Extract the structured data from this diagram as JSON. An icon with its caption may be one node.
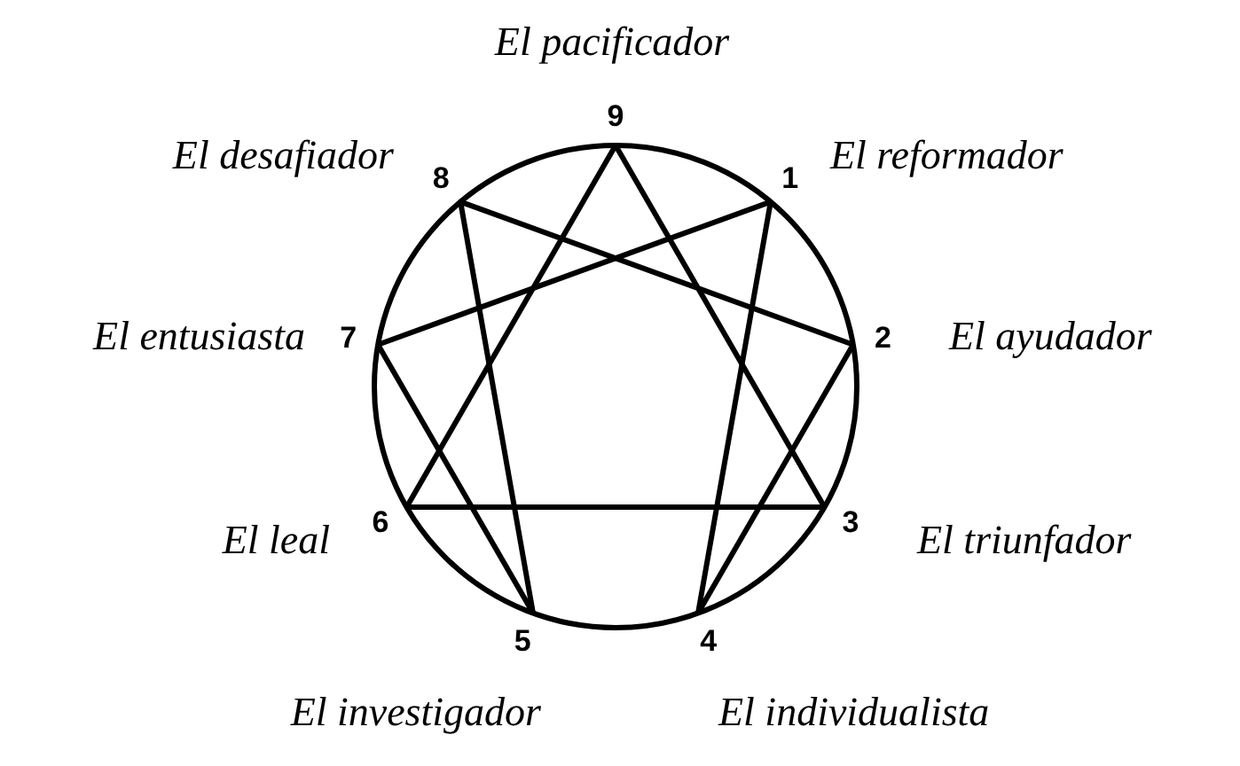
{
  "diagram": {
    "nodes": [
      {
        "text": [
          "9"
        ],
        "beside": [
          "El pacificador"
        ]
      },
      {
        "text": [
          "1"
        ],
        "beside": [
          "El reformador"
        ]
      },
      {
        "text": [
          "2"
        ],
        "beside": [
          "El ayudador"
        ]
      },
      {
        "text": [
          "3"
        ],
        "beside": [
          "El triunfador"
        ]
      },
      {
        "text": [
          "4"
        ],
        "beside": [
          "El individualista"
        ]
      },
      {
        "text": [
          "5"
        ],
        "beside": [
          "El investigador"
        ]
      },
      {
        "text": [
          "6"
        ],
        "beside": [
          "El leal"
        ]
      },
      {
        "text": [
          "7"
        ],
        "beside": [
          "El entusiasta"
        ]
      },
      {
        "text": [
          "8"
        ],
        "beside": [
          "El desafiador"
        ]
      }
    ],
    "edges": [
      {
        "from": 0,
        "to": 3,
        "arrow": "none"
      },
      {
        "from": 3,
        "to": 6,
        "arrow": "none"
      },
      {
        "from": 6,
        "to": 0,
        "arrow": "none"
      },
      {
        "from": 1,
        "to": 4,
        "arrow": "none"
      },
      {
        "from": 4,
        "to": 2,
        "arrow": "none"
      },
      {
        "from": 2,
        "to": 8,
        "arrow": "none"
      },
      {
        "from": 8,
        "to": 5,
        "arrow": "none"
      },
      {
        "from": 5,
        "to": 7,
        "arrow": "none"
      },
      {
        "from": 7,
        "to": 1,
        "arrow": "none"
      }
    ]
  }
}
